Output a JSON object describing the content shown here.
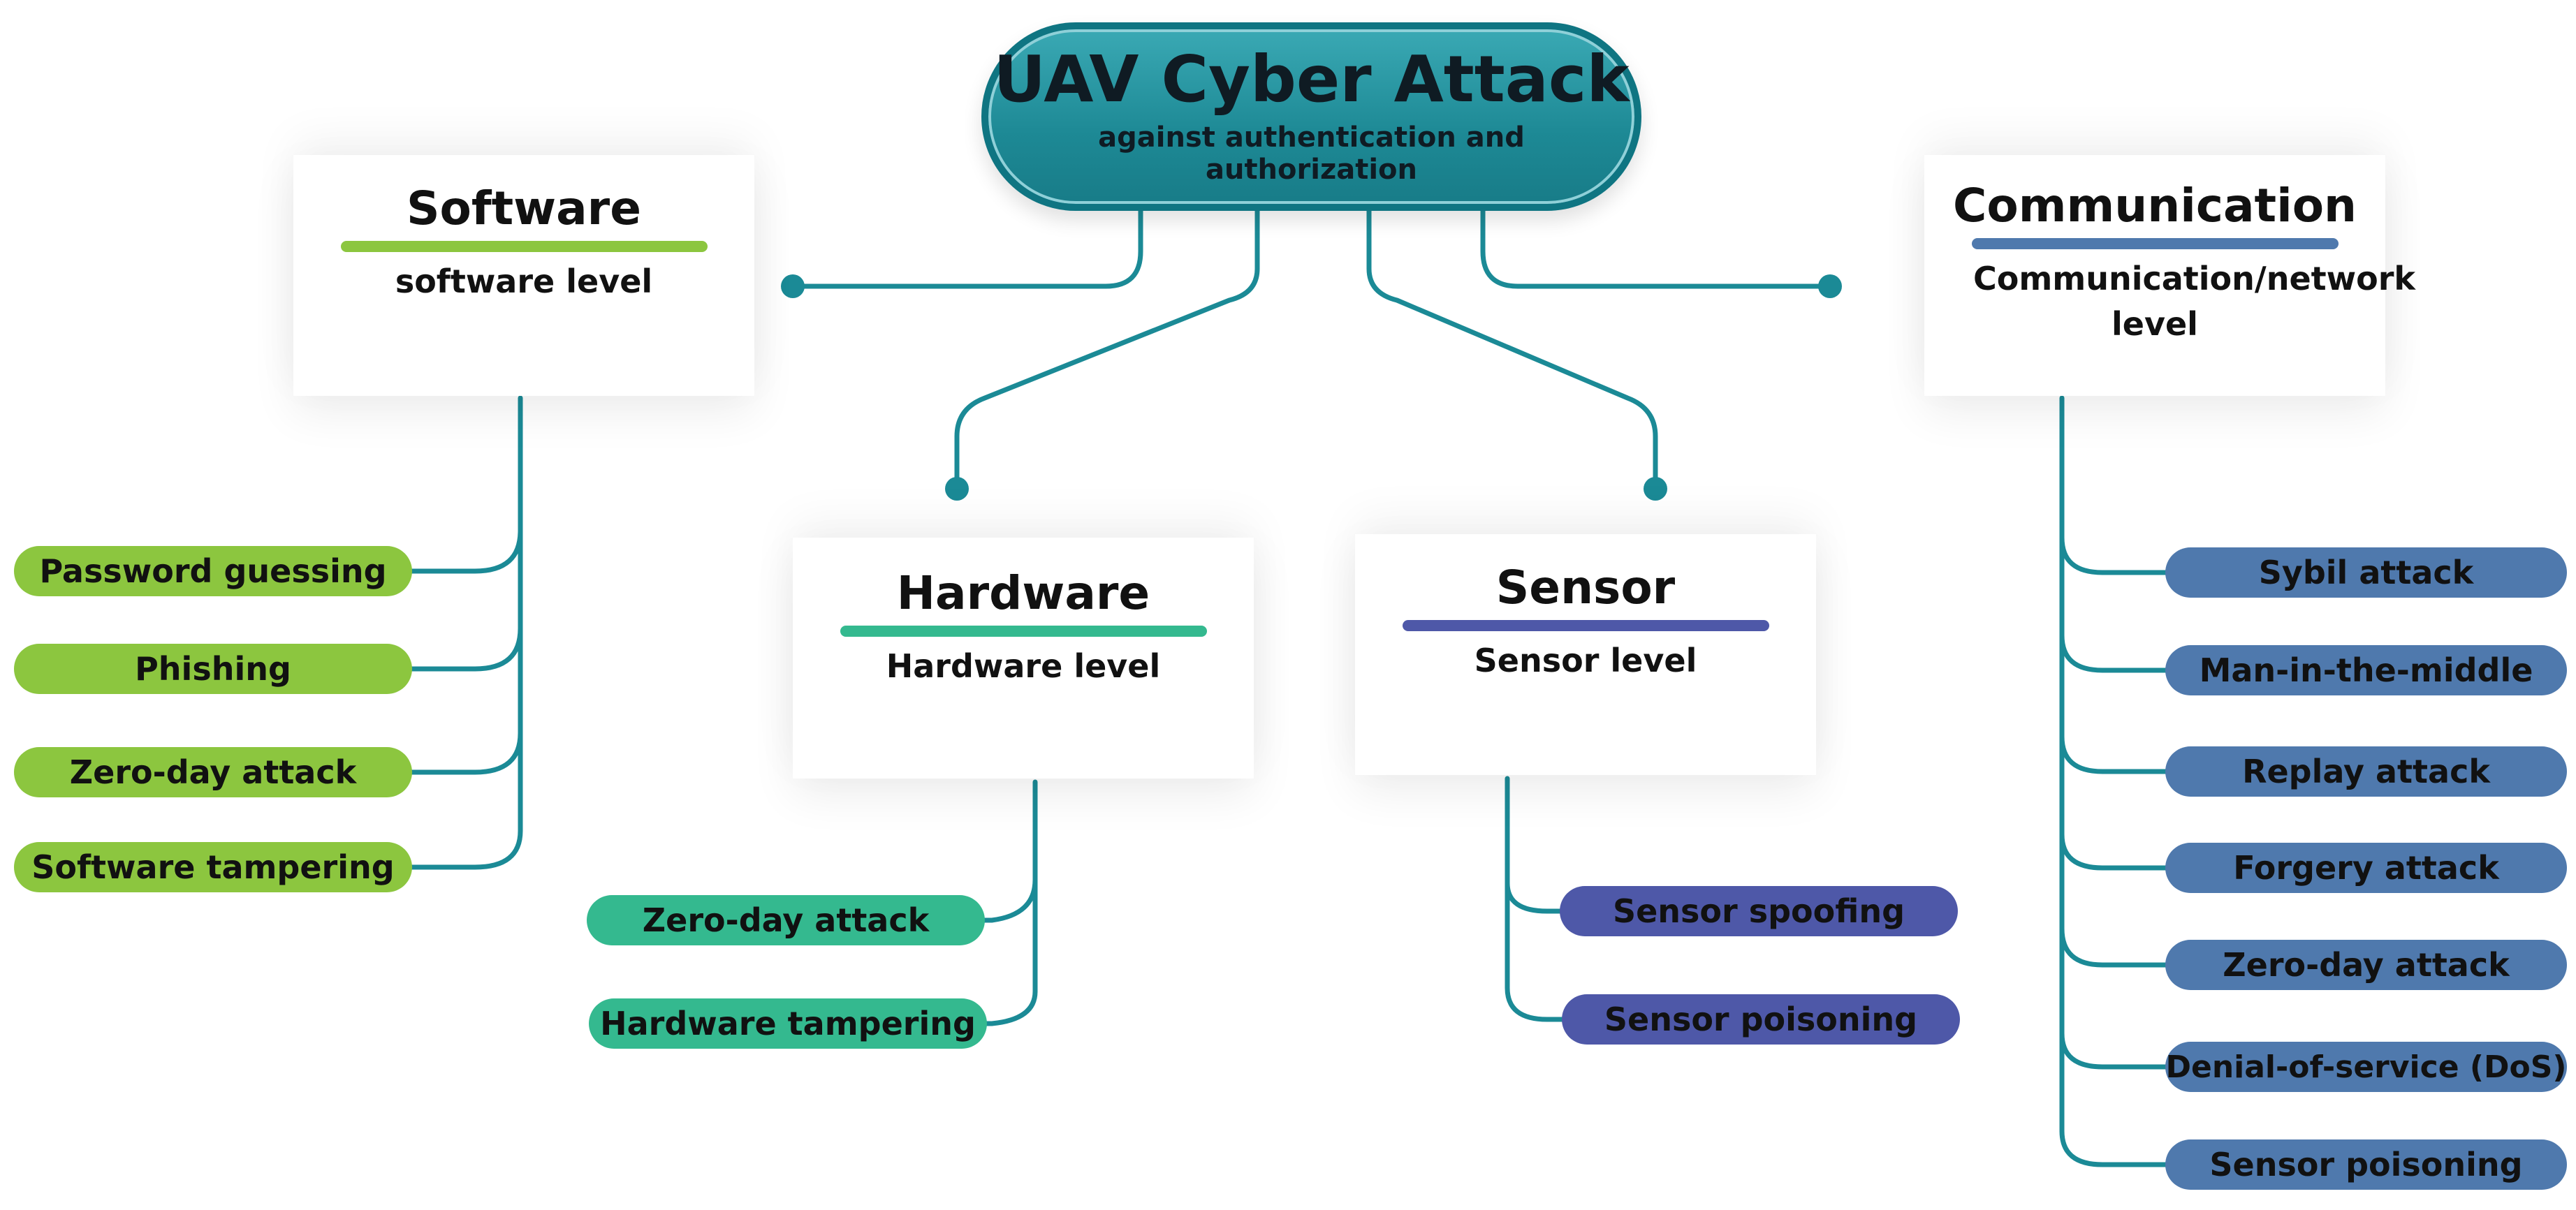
{
  "root": {
    "title": "UAV Cyber Attack",
    "subtitle": "against authentication and authorization"
  },
  "colors": {
    "line": "#1b8a96",
    "software": "#8cc63f",
    "hardware": "#34b98f",
    "sensor": "#4e58a8",
    "communication": "#4f79ad"
  },
  "categories": {
    "software": {
      "title": "Software",
      "subtitle": "software level",
      "items": [
        "Password guessing",
        "Phishing",
        "Zero-day attack",
        "Software tampering"
      ]
    },
    "hardware": {
      "title": "Hardware",
      "subtitle": "Hardware level",
      "items": [
        "Zero-day attack",
        "Hardware tampering"
      ]
    },
    "sensor": {
      "title": "Sensor",
      "subtitle": "Sensor level",
      "items": [
        "Sensor spoofing",
        "Sensor poisoning"
      ]
    },
    "communication": {
      "title": "Communication",
      "subtitle": "Communication/network level",
      "items": [
        "Sybil attack",
        "Man-in-the-middle",
        "Replay attack",
        "Forgery attack",
        "Zero-day attack",
        "Denial-of-service (DoS)",
        "Sensor poisoning"
      ]
    }
  }
}
